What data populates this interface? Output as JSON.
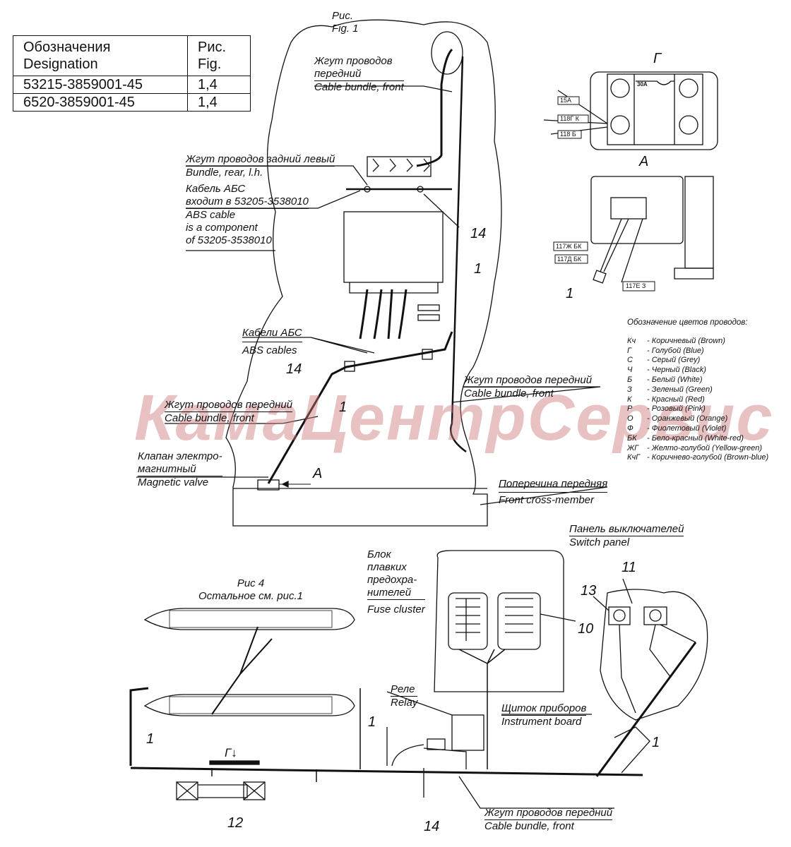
{
  "designation_table": {
    "headers": [
      "Обозначения\nDesignation",
      "Рис.\nFig."
    ],
    "header_designation_ru": "Обозначения",
    "header_designation_en": "Designation",
    "header_fig_ru": "Рис.",
    "header_fig_en": "Fig.",
    "rows": [
      {
        "designation": "53215-3859001-45",
        "fig": "1,4"
      },
      {
        "designation": "6520-3859001-45",
        "fig": "1,4"
      }
    ]
  },
  "fig1": {
    "title_ru": "Рис.",
    "title_en": "Fig. 1",
    "bundle_front_top_ru": "Жгут проводов",
    "bundle_front_top_ru2": "передний",
    "bundle_front_top_en": "Cable bundle, front",
    "bundle_rear_ru": "Жгут проводов задний левый",
    "bundle_rear_en": "Bundle, rear, l.h.",
    "abs_cable_ru1": "Кабель АБС",
    "abs_cable_ru2": "входит в 53205-3538010",
    "abs_cable_en1": "ABS cable",
    "abs_cable_en2": "is a component",
    "abs_cable_en3": "of 53205-3538010",
    "abs_cables_ru": "Кабели АБС",
    "abs_cables_en": "ABS cables",
    "bundle_front_right_ru": "Жгут проводов передний",
    "bundle_front_right_en": "Cable bundle, front",
    "bundle_front_left_ru": "Жгут проводов передний",
    "bundle_front_left_en": "Cable bundle, front",
    "valve_ru1": "Клапан электро-",
    "valve_ru2": "магнитный",
    "valve_en": "Magnetic valve",
    "view_a": "A",
    "crossmember_ru": "Поперечина передняя",
    "crossmember_en": "Front cross-member",
    "callout_14a": "14",
    "callout_1a": "1",
    "callout_14b": "14",
    "callout_1b": "1"
  },
  "view_g": {
    "title": "Г",
    "fuse": "30А",
    "labels": [
      "15А",
      "118Г К",
      "118 Б"
    ]
  },
  "view_a": {
    "title": "A",
    "labels": [
      "117Ж БК",
      "117Д БК",
      "117Е З"
    ],
    "callout": "1"
  },
  "wire_colors": {
    "title": "Обозначение цветов проводов:",
    "items": [
      {
        "code": "Кч",
        "text": "- Коричневый (Brown)"
      },
      {
        "code": "Г",
        "text": "- Голубой (Blue)"
      },
      {
        "code": "С",
        "text": "- Серый (Grey)"
      },
      {
        "code": "Ч",
        "text": "- Черный (Black)"
      },
      {
        "code": "Б",
        "text": "- Белый (White)"
      },
      {
        "code": "З",
        "text": "- Зеленый (Green)"
      },
      {
        "code": "К",
        "text": "- Красный (Red)"
      },
      {
        "code": "Р",
        "text": "- Розовый (Pink)"
      },
      {
        "code": "О",
        "text": "- Оранжевый (Orange)"
      },
      {
        "code": "Ф",
        "text": "- Фиолетовый (Violet)"
      },
      {
        "code": "БК",
        "text": "- Бело-красный (White-red)"
      },
      {
        "code": "ЖГ",
        "text": "- Желто-голубой (Yellow-green)"
      },
      {
        "code": "КчГ",
        "text": "- Коричнево-голубой (Brown-blue)"
      }
    ]
  },
  "watermark": "КамаЦентрСервис",
  "fig4": {
    "title1": "Рис 4",
    "title2": "Остальное см. рис.1",
    "fuse_ru1": "Блок",
    "fuse_ru2": "плавких",
    "fuse_ru3": "предохра-",
    "fuse_ru4": "нителей",
    "fuse_en": "Fuse cluster",
    "switch_ru": "Панель выключателей",
    "switch_en": "Switch panel",
    "relay_ru": "Реле",
    "relay_en": "Relay",
    "instr_ru": "Щиток приборов",
    "instr_en": "Instrument board",
    "bundle_ru": "Жгут проводов передний",
    "bundle_en": "Cable bundle, front",
    "view_g": "Г",
    "callouts": {
      "c11": "11",
      "c13": "13",
      "c10": "10",
      "c1a": "1",
      "c1b": "1",
      "c1c": "1",
      "c12": "12",
      "c14": "14"
    }
  }
}
